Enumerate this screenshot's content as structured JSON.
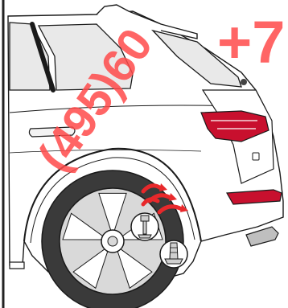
{
  "watermark": {
    "phone_text": "(495)60",
    "plus_text": "+7",
    "color": "#ff4b4b"
  },
  "colors": {
    "outline": "#1a1a1a",
    "body": "#ffffff",
    "window_tint": "#e9e9e9",
    "tire": "#3a3a3a",
    "rim": "#d9d9d9",
    "taillight": "#c8102e",
    "sound_waves": "#e8282b"
  },
  "illustration": {
    "subject": "rear-quarter-suv-wheel-arch",
    "icons": [
      "wheel-arch-clip-icon",
      "push-rivet-icon",
      "sound-wave-icon"
    ]
  }
}
